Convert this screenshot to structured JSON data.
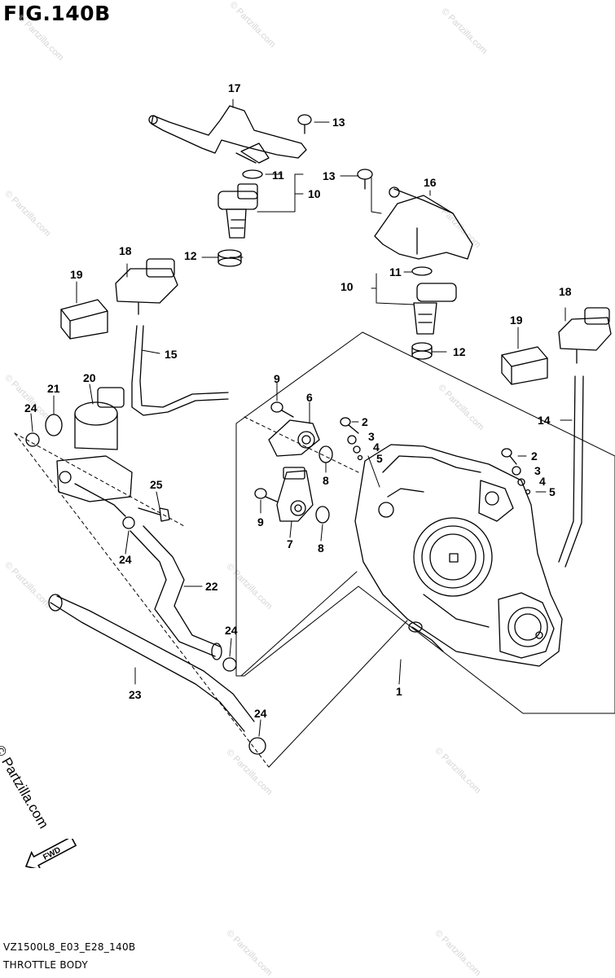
{
  "figure": {
    "title": "FIG.140B"
  },
  "watermark": {
    "text": "© Partzilla.com"
  },
  "brand": {
    "side_text": "© Partzilla.com",
    "direction_label": "FWD"
  },
  "footer": {
    "model_code": "VZ1500L8_E03_E28_140B",
    "section_title": "THROTTLE BODY"
  },
  "callouts": {
    "c1": "1",
    "c2a": "2",
    "c2b": "2",
    "c3a": "3",
    "c3b": "3",
    "c4a": "4",
    "c4b": "4",
    "c5a": "5",
    "c5b": "5",
    "c6": "6",
    "c7": "7",
    "c8a": "8",
    "c8b": "8",
    "c9a": "9",
    "c9b": "9",
    "c10a": "10",
    "c10b": "10",
    "c11a": "11",
    "c11b": "11",
    "c12a": "12",
    "c12b": "12",
    "c13a": "13",
    "c13b": "13",
    "c14": "14",
    "c15": "15",
    "c16": "16",
    "c17": "17",
    "c18a": "18",
    "c18b": "18",
    "c19a": "19",
    "c19b": "19",
    "c20": "20",
    "c21": "21",
    "c22": "22",
    "c23": "23",
    "c24a": "24",
    "c24b": "24",
    "c24c": "24",
    "c24d": "24",
    "c25": "25"
  }
}
